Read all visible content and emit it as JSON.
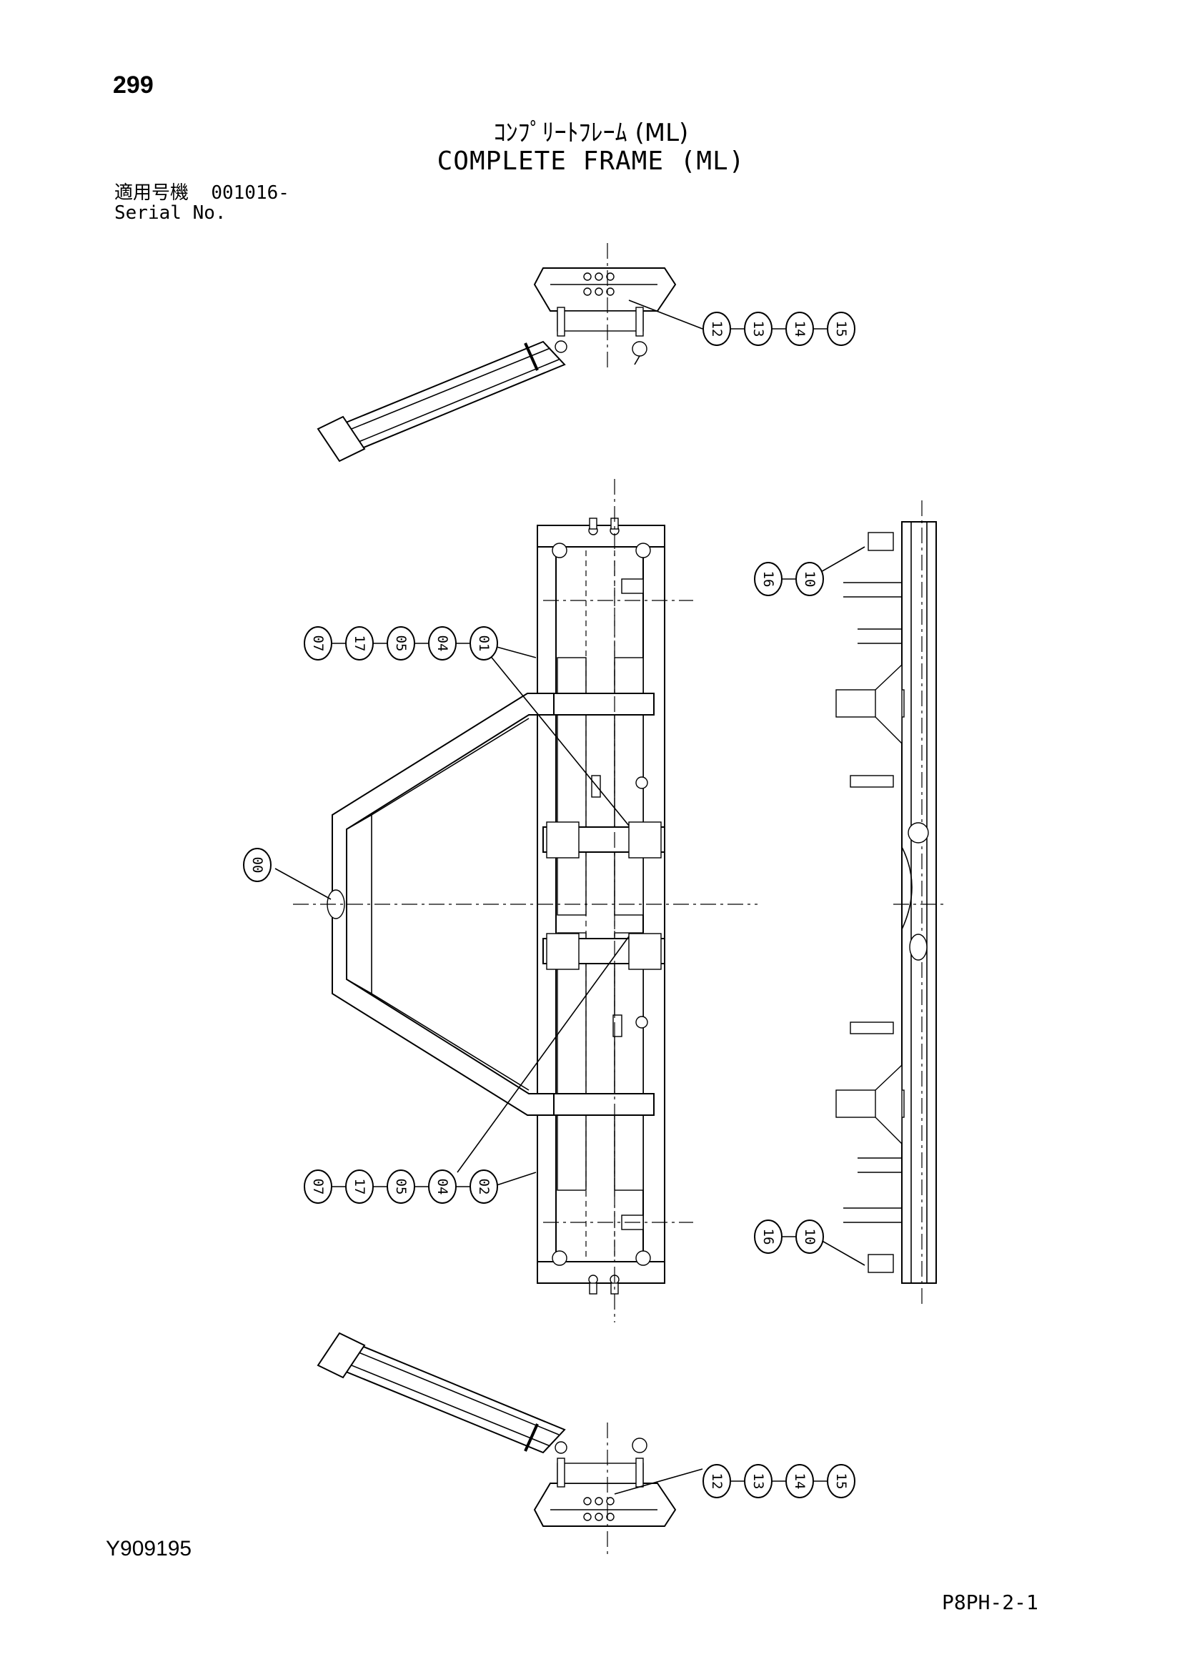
{
  "header": {
    "page_number": "299",
    "title_jp": "ｺﾝﾌﾟﾘｰﾄﾌﾚｰﾑ (ML)",
    "title_en": "COMPLETE FRAME (ML)",
    "serial_label_jp": "適用号機",
    "serial_value": "001016-",
    "serial_label_en": "Serial No."
  },
  "footer": {
    "doc_code": "Y909195",
    "sheet_code": "P8PH-2-1"
  },
  "balloons": {
    "top_view": [
      "12",
      "13",
      "14",
      "15"
    ],
    "bottom_view": [
      "12",
      "13",
      "14",
      "15"
    ],
    "upper_left": [
      "07",
      "17",
      "05",
      "04",
      "01"
    ],
    "lower_left": [
      "07",
      "17",
      "05",
      "04",
      "02"
    ],
    "center_left": [
      "00"
    ],
    "side_top": [
      "16",
      "10"
    ],
    "side_bottom": [
      "16",
      "10"
    ]
  }
}
